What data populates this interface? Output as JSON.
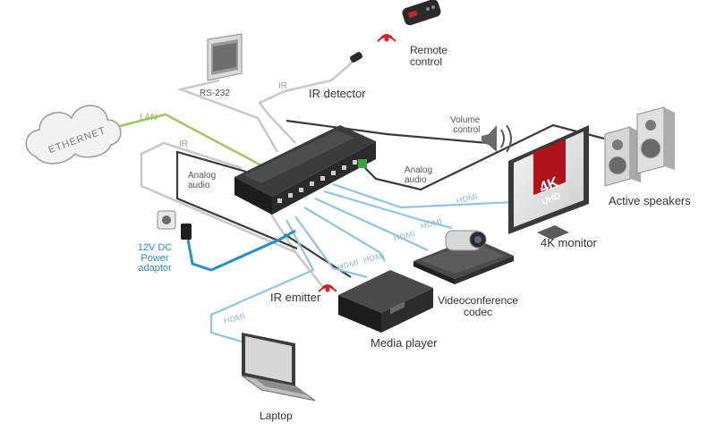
{
  "devices": {
    "ethernet": "ETHERNET",
    "rs232": "RS-232",
    "ir_detector": "IR detector",
    "remote_control": [
      "Remote",
      "control"
    ],
    "volume_control": [
      "Volume",
      "control"
    ],
    "active_speakers": "Active speakers",
    "monitor": "4K monitor",
    "monitor_badge_main": "4K",
    "monitor_badge_sub": "UHD",
    "codec": [
      "Videoconference",
      "codec"
    ],
    "media_player": "Media player",
    "laptop": "Laptop",
    "power_adaptor": [
      "12V DC",
      "Power",
      "adaptor"
    ],
    "ir_emitter": "IR emitter"
  },
  "cable_labels": {
    "lan": "LAN",
    "ir_top": "IR",
    "ir_left": "IR",
    "analog_audio_left": [
      "Analog",
      "audio"
    ],
    "analog_audio_right": [
      "Analog",
      "audio"
    ],
    "hdmi_monitor": "HDMI",
    "hdmi_codec_1": "HDMI",
    "hdmi_codec_2": "HDMI",
    "hdmi_player_1": "HDMI",
    "hdmi_player_2": "HDMI",
    "hdmi_laptop": "HDMI"
  },
  "colors": {
    "hdmi": "#8fc4e6",
    "lan": "#9bc964",
    "power": "#2a8fc7",
    "control": "#c4c4c4",
    "audio": "#3a3a3a",
    "badge": "#b0121b"
  }
}
